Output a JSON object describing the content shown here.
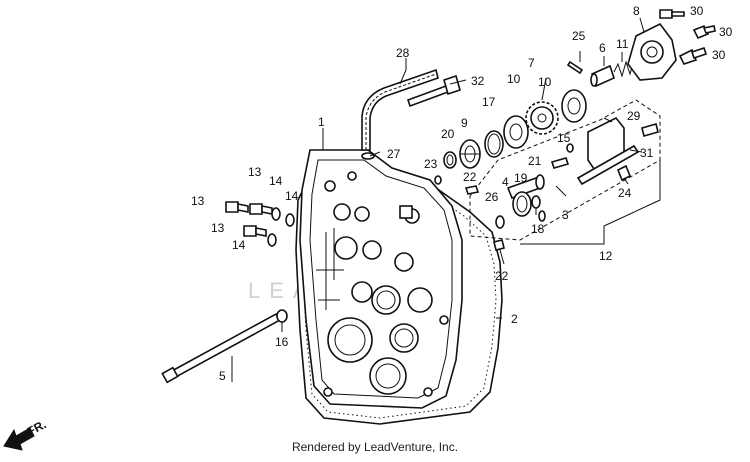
{
  "diagram": {
    "callouts": [
      {
        "id": "c1",
        "label": "1"
      },
      {
        "id": "c2",
        "label": "2"
      },
      {
        "id": "c3",
        "label": "3"
      },
      {
        "id": "c4",
        "label": "4"
      },
      {
        "id": "c5",
        "label": "5"
      },
      {
        "id": "c6",
        "label": "6"
      },
      {
        "id": "c7",
        "label": "7"
      },
      {
        "id": "c8",
        "label": "8"
      },
      {
        "id": "c9",
        "label": "9"
      },
      {
        "id": "c10a",
        "label": "10"
      },
      {
        "id": "c10b",
        "label": "10"
      },
      {
        "id": "c11",
        "label": "11"
      },
      {
        "id": "c12",
        "label": "12"
      },
      {
        "id": "c13a",
        "label": "13"
      },
      {
        "id": "c13b",
        "label": "13"
      },
      {
        "id": "c13c",
        "label": "13"
      },
      {
        "id": "c14a",
        "label": "14"
      },
      {
        "id": "c14b",
        "label": "14"
      },
      {
        "id": "c14c",
        "label": "14"
      },
      {
        "id": "c15",
        "label": "15"
      },
      {
        "id": "c16",
        "label": "16"
      },
      {
        "id": "c17",
        "label": "17"
      },
      {
        "id": "c18",
        "label": "18"
      },
      {
        "id": "c19",
        "label": "19"
      },
      {
        "id": "c20",
        "label": "20"
      },
      {
        "id": "c21",
        "label": "21"
      },
      {
        "id": "c22a",
        "label": "22"
      },
      {
        "id": "c22b",
        "label": "22"
      },
      {
        "id": "c23",
        "label": "23"
      },
      {
        "id": "c24",
        "label": "24"
      },
      {
        "id": "c25",
        "label": "25"
      },
      {
        "id": "c26",
        "label": "26"
      },
      {
        "id": "c27",
        "label": "27"
      },
      {
        "id": "c28",
        "label": "28"
      },
      {
        "id": "c29",
        "label": "29"
      },
      {
        "id": "c30a",
        "label": "30"
      },
      {
        "id": "c30b",
        "label": "30"
      },
      {
        "id": "c30c",
        "label": "30"
      },
      {
        "id": "c31",
        "label": "31"
      },
      {
        "id": "c32",
        "label": "32"
      }
    ],
    "front_arrow_label": "FR.",
    "watermark": "LEADVENTURE",
    "credit": "Rendered by LeadVenture, Inc."
  }
}
